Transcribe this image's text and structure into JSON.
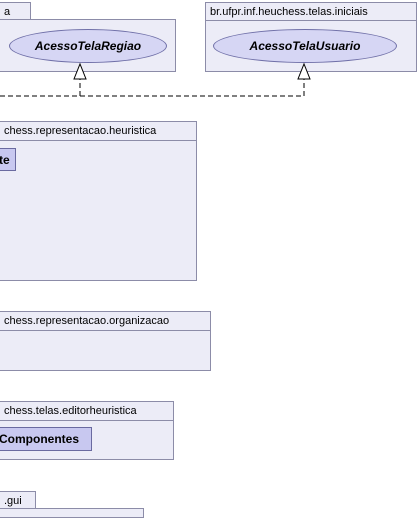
{
  "packages": {
    "left_top": {
      "name": "a"
    },
    "telas_iniciais": {
      "name": "br.ufpr.inf.heuchess.telas.iniciais"
    },
    "heuristica": {
      "name": "chess.representacao.heuristica"
    },
    "organizacao": {
      "name": "chess.representacao.organizacao"
    },
    "editorheuristica": {
      "name": "chess.telas.editorheuristica"
    },
    "gui": {
      "name": ".gui"
    }
  },
  "interfaces": {
    "acesso_tela_regiao": "AcessoTelaRegiao",
    "acesso_tela_usuario": "AcessoTelaUsuario"
  },
  "classes": {
    "heuristica_partial": "te",
    "componentes_partial": "Componentes"
  },
  "colors": {
    "package_fill": "#ececf7",
    "package_border": "#8c8ca8",
    "interface_fill": "#d6d6f4",
    "class_fill": "#c8c8f0",
    "connector": "#000000"
  }
}
